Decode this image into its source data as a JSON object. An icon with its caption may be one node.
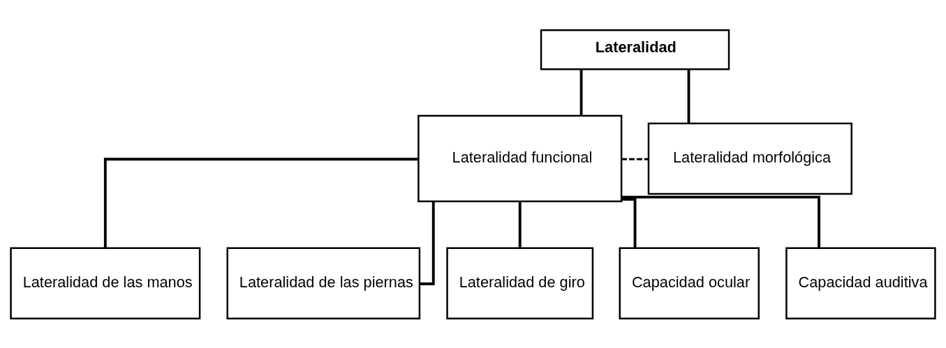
{
  "diagram": {
    "nodes": [
      {
        "text": [
          "Lateralidad"
        ]
      },
      {
        "text": [
          "Lateralidad funcional"
        ]
      },
      {
        "text": [
          "Lateralidad morfológica"
        ]
      },
      {
        "text": [
          "Lateralidad de las manos"
        ]
      },
      {
        "text": [
          "Lateralidad de las piernas"
        ]
      },
      {
        "text": [
          "Lateralidad de giro"
        ]
      },
      {
        "text": [
          "Capacidad ocular"
        ]
      },
      {
        "text": [
          "Capacidad auditiva"
        ]
      }
    ],
    "edges": [
      {
        "from": 0,
        "to": 1,
        "arrow": "none"
      },
      {
        "from": 0,
        "to": 2,
        "arrow": "none"
      },
      {
        "from": 1,
        "to": 2,
        "arrow": "none",
        "style": "dashed"
      },
      {
        "from": 1,
        "to": 3,
        "arrow": "none"
      },
      {
        "from": 1,
        "to": 4,
        "arrow": "none"
      },
      {
        "from": 1,
        "to": 5,
        "arrow": "none"
      },
      {
        "from": 1,
        "to": 6,
        "arrow": "none"
      },
      {
        "from": 1,
        "to": 7,
        "arrow": "none"
      }
    ]
  }
}
